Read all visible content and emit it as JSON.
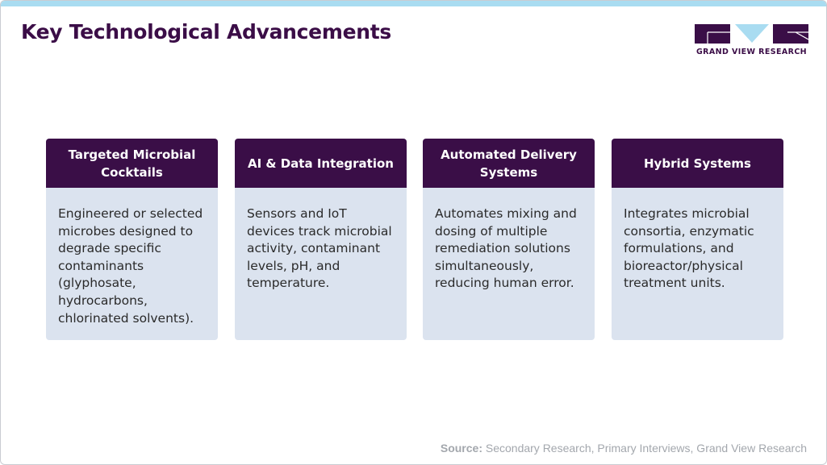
{
  "header": {
    "title": "Key Technological Advancements",
    "logo_text": "GRAND VIEW RESEARCH"
  },
  "cards": [
    {
      "title": "Targeted Microbial Cocktails",
      "body": "Engineered or selected microbes designed to degrade specific contaminants (glyphosate, hydrocarbons, chlorinated solvents)."
    },
    {
      "title": "AI & Data Integration",
      "body": "Sensors and IoT devices track microbial activity, contaminant levels, pH, and temperature."
    },
    {
      "title": "Automated Delivery Systems",
      "body": "Automates mixing and dosing of multiple remediation solutions simultaneously, reducing human error."
    },
    {
      "title": "Hybrid Systems",
      "body": "Integrates microbial consortia, enzymatic formulations, and bioreactor/physical treatment units."
    }
  ],
  "footer": {
    "source_label": "Source:",
    "source_text": " Secondary Research, Primary Interviews, Grand View Research"
  },
  "colors": {
    "brand_purple": "#3a0e47",
    "accent_blue": "#a9dcf1",
    "card_bg": "#dbe3ef"
  }
}
